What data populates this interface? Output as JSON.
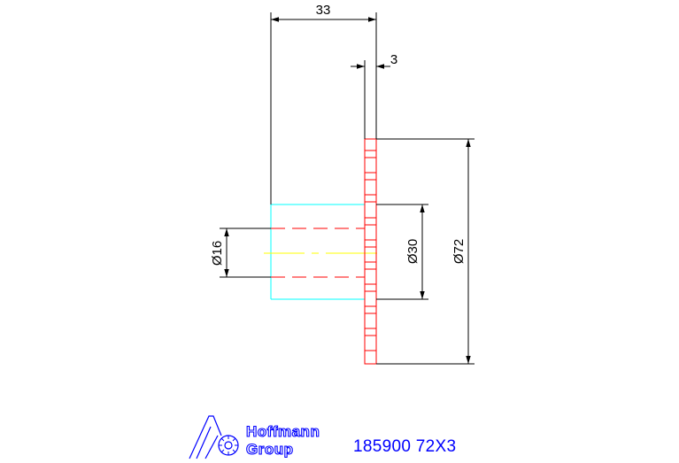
{
  "drawing": {
    "dimensions": {
      "overall_length": "33",
      "flange_thickness": "3",
      "outer_diameter": "Ø72",
      "hub_diameter": "Ø30",
      "bore_diameter": "Ø16"
    },
    "part_number": "185900 72X3"
  },
  "logo": {
    "line1": "Hoffmann",
    "line2": "Group"
  },
  "colors": {
    "outline": "#000000",
    "flange": "#ff0000",
    "hub": "#00ffff",
    "centerline": "#ffff00",
    "logo": "#0000ff"
  }
}
